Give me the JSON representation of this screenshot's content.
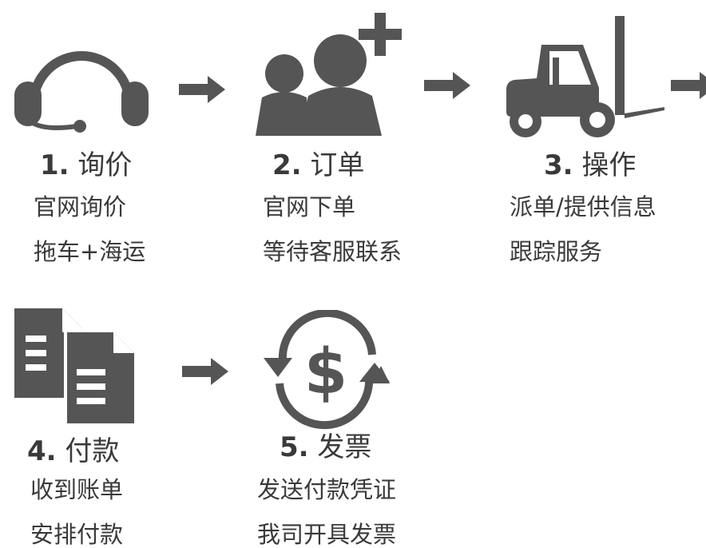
{
  "colors": {
    "icon": "#555555",
    "text": "#3a3a3a",
    "background": "#ffffff"
  },
  "steps": [
    {
      "num": "1.",
      "title": "询价",
      "icon": "headset-icon",
      "lines": [
        "官网询价",
        "拖车+海运"
      ]
    },
    {
      "num": "2.",
      "title": "订单",
      "icon": "add-users-icon",
      "lines": [
        "官网下单",
        "等待客服联系"
      ]
    },
    {
      "num": "3.",
      "title": "操作",
      "icon": "forklift-icon",
      "lines": [
        "派单/提供信息",
        "跟踪服务"
      ]
    },
    {
      "num": "4.",
      "title": "付款",
      "icon": "documents-icon",
      "lines": [
        "收到账单",
        "安排付款"
      ]
    },
    {
      "num": "5.",
      "title": "发票",
      "icon": "dollar-exchange-icon",
      "lines": [
        "发送付款凭证",
        "我司开具发票"
      ]
    }
  ]
}
